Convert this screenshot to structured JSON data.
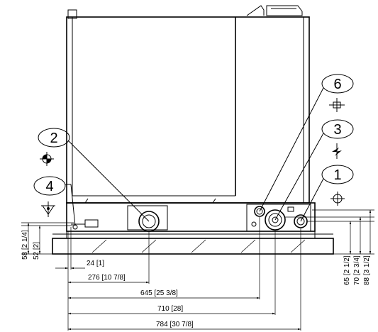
{
  "callouts": {
    "c1": "1",
    "c2": "2",
    "c3": "3",
    "c4": "4",
    "c6": "6"
  },
  "dimensions": {
    "d24": "24 [1]",
    "d276": "276 [10 7/8]",
    "d645": "645 [25 3/8]",
    "d710": "710 [28]",
    "d784": "784 [30 7/8]",
    "v58": "58 [2 1/4]",
    "v52": "52 [2]",
    "v65": "65 [2 1/2]",
    "v70": "70 [2 3/4]",
    "v88": "88 [3 1/2]"
  },
  "icons": {
    "c1": "inlet-symbol-icon",
    "c2": "outlet-symbol-icon",
    "c3": "electrical-connection-icon",
    "c4": "drain-symbol-icon",
    "c6": "cooling-connection-icon"
  }
}
